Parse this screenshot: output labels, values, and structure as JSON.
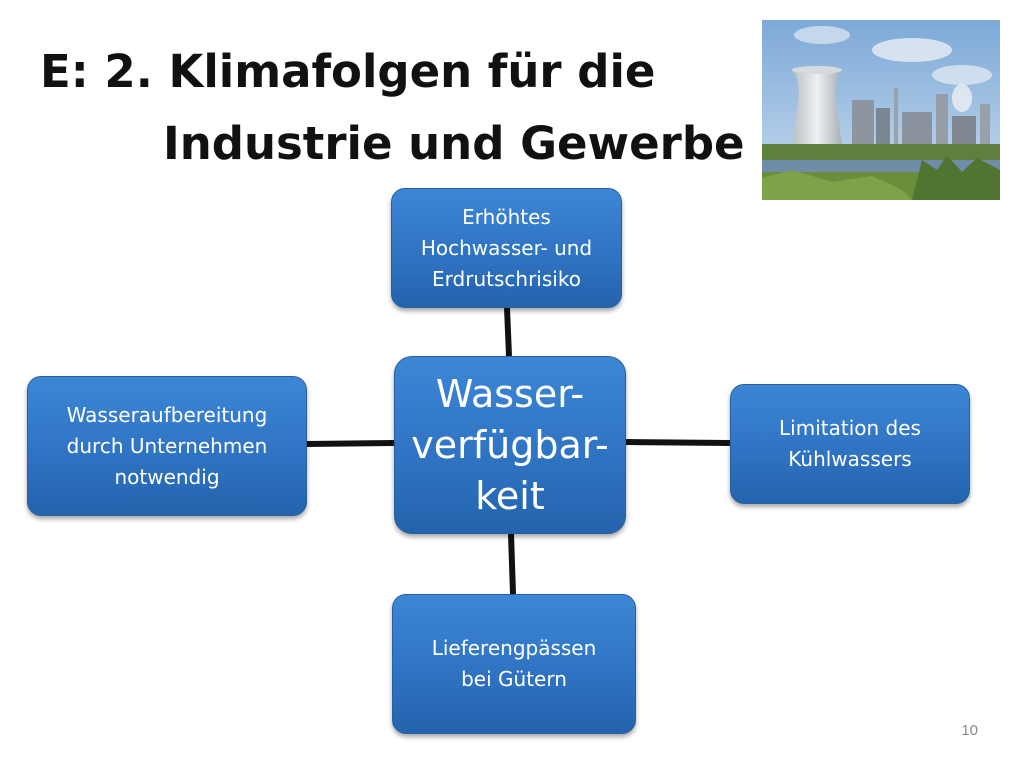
{
  "slide": {
    "title_line1": "E: 2. Klimafolgen für die",
    "title_line2": "Industrie und Gewerbe",
    "page_number": "10"
  },
  "diagram": {
    "center": {
      "line1": "Wasser-",
      "line2": "verfügbar-",
      "line3": "keit"
    },
    "top": {
      "line1": "Erhöhtes",
      "line2": "Hochwasser- und",
      "line3": "Erdrutschrisiko"
    },
    "right": {
      "line1": "Limitation des",
      "line2": "Kühlwassers"
    },
    "bottom": {
      "line1": "Lieferengpässen",
      "line2": "bei Gütern"
    },
    "left": {
      "line1": "Wasseraufbereitung",
      "line2": "durch Unternehmen",
      "line3": "notwendig"
    }
  },
  "colors": {
    "node_fill": "#2f74c3",
    "connector": "#111111"
  }
}
